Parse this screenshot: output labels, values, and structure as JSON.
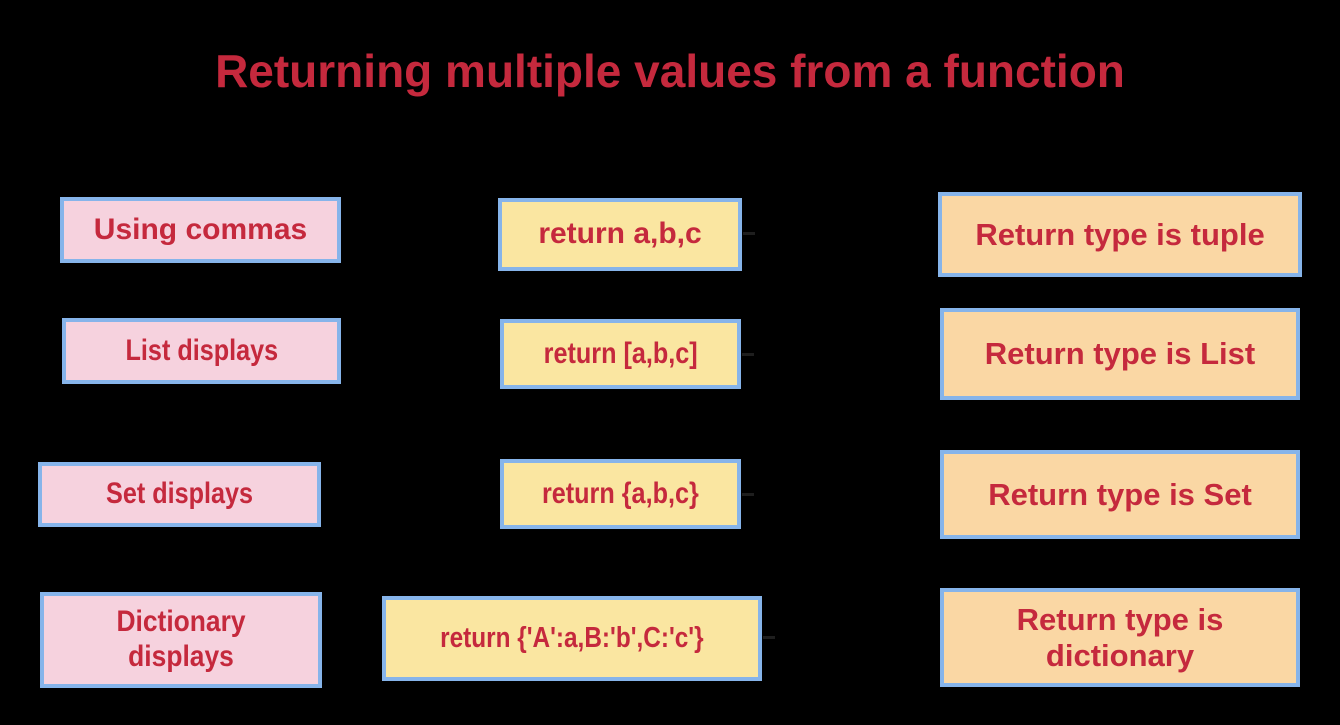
{
  "title": "Returning multiple values from a function",
  "colors": {
    "background": "#000000",
    "text": "#C5293D",
    "border": "#86B4EA",
    "method_fill": "#F6D2DE",
    "code_fill": "#FAE6A1",
    "result_fill": "#FAD7A4"
  },
  "rows": [
    {
      "method": "Using commas",
      "code": "return a,b,c",
      "result": "Return type is tuple"
    },
    {
      "method": "List displays",
      "code": "return [a,b,c]",
      "result": "Return type is List"
    },
    {
      "method": "Set displays",
      "code": "return {a,b,c}",
      "result": "Return type is Set"
    },
    {
      "method": "Dictionary displays",
      "code": "return {'A':a,B:'b',C:'c'}",
      "result": "Return type is dictionary"
    }
  ]
}
